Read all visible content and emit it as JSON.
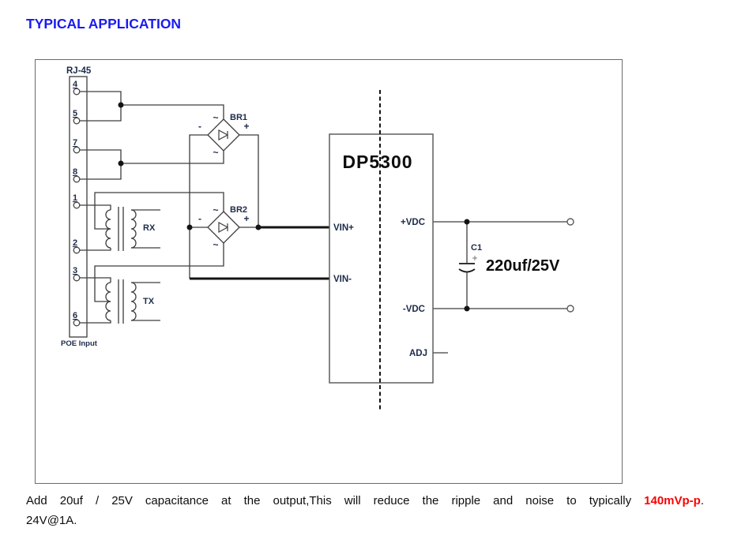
{
  "title": "TYPICAL APPLICATION",
  "colors": {
    "title-blue": "#1b1bef",
    "highlight-red": "#fe0000",
    "label-navy": "#1c2b4a",
    "wire-gray": "#3d3d3d",
    "ink": "#141414",
    "box-border": "#6b6b6b"
  },
  "schematic": {
    "rj45": {
      "label": "RJ-45",
      "pins": [
        "4",
        "5",
        "7",
        "8",
        "1",
        "2",
        "3",
        "6"
      ],
      "footer": "POE Input"
    },
    "transformers": {
      "rx": "RX",
      "tx": "TX"
    },
    "bridges": {
      "br1": "BR1",
      "br2": "BR2",
      "ac": "~",
      "plus": "+",
      "minus": "-"
    },
    "module": {
      "name": "DP5300",
      "pins_left": [
        "VIN+",
        "VIN-"
      ],
      "pins_right": [
        "+VDC",
        "-VDC",
        "ADJ"
      ]
    },
    "output": {
      "cap_ref": "C1",
      "cap_value": "220uf/25V"
    }
  },
  "caption": {
    "part1": "Add 20uf / 25V capacitance at the output,This will reduce the ripple and noise to typically",
    "highlight": "140mVp-p",
    "part2": ".",
    "line2": "24V@1A."
  }
}
